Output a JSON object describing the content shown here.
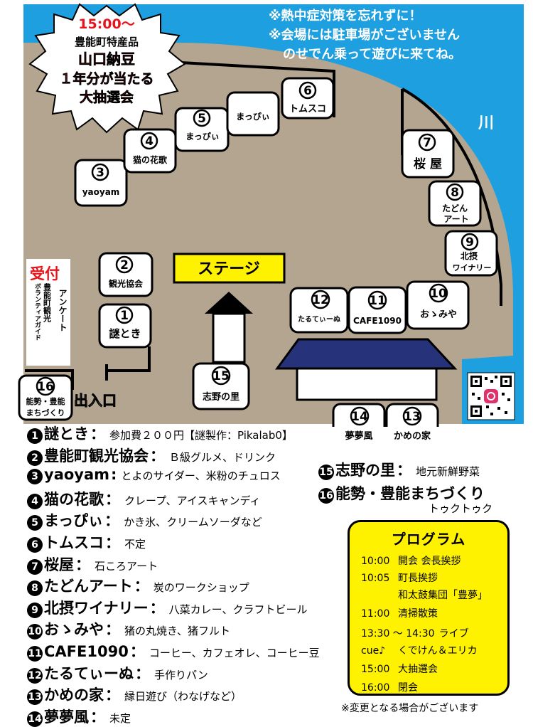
{
  "colors": {
    "river": "#1e9fe0",
    "ground": "#b3a58f",
    "accent_yellow": "#fff200",
    "reception_red": "#e8141b",
    "roof_navy": "#26337a",
    "lottery_red": "#e8141b",
    "lottery_yellow": "#fff200"
  },
  "map": {
    "notices": [
      "※熱中症対策を忘れずに！",
      "※会場には駐車場がございません",
      "のせでん乗って遊びに来てね。"
    ],
    "river_label": "川",
    "stage_label": "ステージ",
    "entrance_label": "出入口",
    "reception": {
      "title": "受付",
      "col1": "豊能町観光",
      "col1b": "ボランティアガイド",
      "col2": "アンケート"
    },
    "lottery": {
      "line1": "15:00～",
      "line2": "豊能町特産品",
      "line3": "山口納豆",
      "line4": "１年分が当たる",
      "line5": "大抽選会"
    },
    "booths": [
      {
        "num": "1",
        "name": "謎とき"
      },
      {
        "num": "2",
        "name": "観光協会"
      },
      {
        "num": "3",
        "name": "yaoyam"
      },
      {
        "num": "4",
        "name": "猫の花歌"
      },
      {
        "num": "5",
        "name": "まっぴぃ"
      },
      {
        "num": "5b",
        "name": "まっぴぃ"
      },
      {
        "num": "6",
        "name": "トムスコ"
      },
      {
        "num": "7",
        "name": "桜 屋"
      },
      {
        "num": "8",
        "name": "たどん",
        "name2": "アート"
      },
      {
        "num": "9",
        "name": "北摂",
        "name2": "ワイナリー"
      },
      {
        "num": "10",
        "name": "おゝみや"
      },
      {
        "num": "11",
        "name": "CAFE1090"
      },
      {
        "num": "12",
        "name": "たるてぃーぬ"
      },
      {
        "num": "13",
        "name": "かめの家"
      },
      {
        "num": "14",
        "name": "夢夢風"
      },
      {
        "num": "15",
        "name": "志野の里"
      },
      {
        "num": "16",
        "name": "能勢・豊能",
        "name2": "まちづくり"
      }
    ]
  },
  "legend": [
    {
      "num": "1",
      "name": "謎とき",
      "sep": "：",
      "desc": "参加費２００円【謎製作：Pikalab0】"
    },
    {
      "num": "2",
      "name": "豊能町観光協会",
      "sep": "：",
      "desc": "Ｂ級グルメ、ドリンク"
    },
    {
      "num": "3",
      "name": "yaoyam",
      "sep": ":",
      "desc": "とよのサイダー、米粉のチュロス"
    },
    {
      "num": "4",
      "name": "猫の花歌",
      "sep": "：",
      "desc": "クレープ、アイスキャンディ"
    },
    {
      "num": "5",
      "name": "まっぴぃ",
      "sep": "：",
      "desc": "かき氷、クリームソーダなど"
    },
    {
      "num": "6",
      "name": "トムスコ",
      "sep": "：",
      "desc": "不定"
    },
    {
      "num": "7",
      "name": "桜屋",
      "sep": "：",
      "desc": "石ころアート"
    },
    {
      "num": "8",
      "name": "たどんアート",
      "sep": "：",
      "desc": "炭のワークショップ"
    },
    {
      "num": "9",
      "name": "北摂ワイナリー",
      "sep": "：",
      "desc": "八菜カレー、クラフトビール"
    },
    {
      "num": "10",
      "name": "おゝみや",
      "sep": "：",
      "desc": "猪の丸焼き、猪フルト"
    },
    {
      "num": "11",
      "name": "CAFE1090",
      "sep": "：",
      "desc": "コーヒー、カフェオレ、コーヒー豆"
    },
    {
      "num": "12",
      "name": "たるてぃーぬ",
      "sep": "：",
      "desc": "手作りパン"
    },
    {
      "num": "13",
      "name": "かめの家",
      "sep": "：",
      "desc": "縁日遊び（わなげなど）"
    },
    {
      "num": "14",
      "name": "夢夢風",
      "sep": "：",
      "desc": "未定"
    }
  ],
  "legend_right": [
    {
      "num": "15",
      "name": "志野の里",
      "sep": "：",
      "desc": "地元新鮮野菜"
    },
    {
      "num": "16",
      "name": "能勢・豊能まちづくり",
      "sep": "",
      "desc": ""
    }
  ],
  "legend_right_sub": "トゥクトゥク",
  "program": {
    "title": "プログラム",
    "rows": [
      {
        "time": "10:00",
        "text": "開会 会長挨拶"
      },
      {
        "time": "10:05",
        "text": "町長挨拶"
      },
      {
        "time": "",
        "text": "和太鼓集団「豊夢」"
      },
      {
        "time": "11:00",
        "text": "清掃散策"
      },
      {
        "time": "13:30 ～ 14:30",
        "text": "ライブ"
      },
      {
        "time": "cue♪",
        "text": "くでけん＆エリカ"
      },
      {
        "time": "15:00",
        "text": "大抽選会"
      },
      {
        "time": "16:00",
        "text": "閉会"
      }
    ]
  },
  "footer_note": "※変更となる場合がございます"
}
